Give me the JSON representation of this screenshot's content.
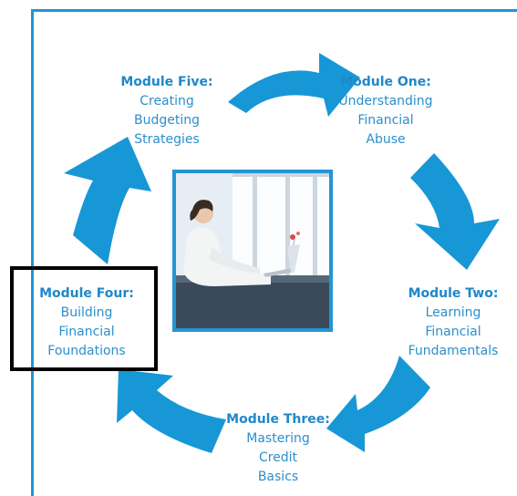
{
  "colors": {
    "accent": "#1e96d5",
    "arrow": "#1797d6",
    "text": "#2b8fca",
    "highlight": "#000000"
  },
  "image": {
    "description_icon": "person-laptop-photo"
  },
  "modules": {
    "five": {
      "title": "Module Five:",
      "lines": [
        "Creating",
        "Budgeting",
        "Strategies"
      ]
    },
    "one": {
      "title": "Module One:",
      "lines": [
        "Understanding",
        "Financial",
        "Abuse"
      ]
    },
    "two": {
      "title": "Module Two:",
      "lines": [
        "Learning",
        "Financial",
        "Fundamentals"
      ]
    },
    "three": {
      "title": "Module Three:",
      "lines": [
        "Mastering",
        "Credit",
        "Basics"
      ]
    },
    "four": {
      "title": "Module Four:",
      "lines": [
        "Building",
        "Financial",
        "Foundations"
      ]
    }
  }
}
